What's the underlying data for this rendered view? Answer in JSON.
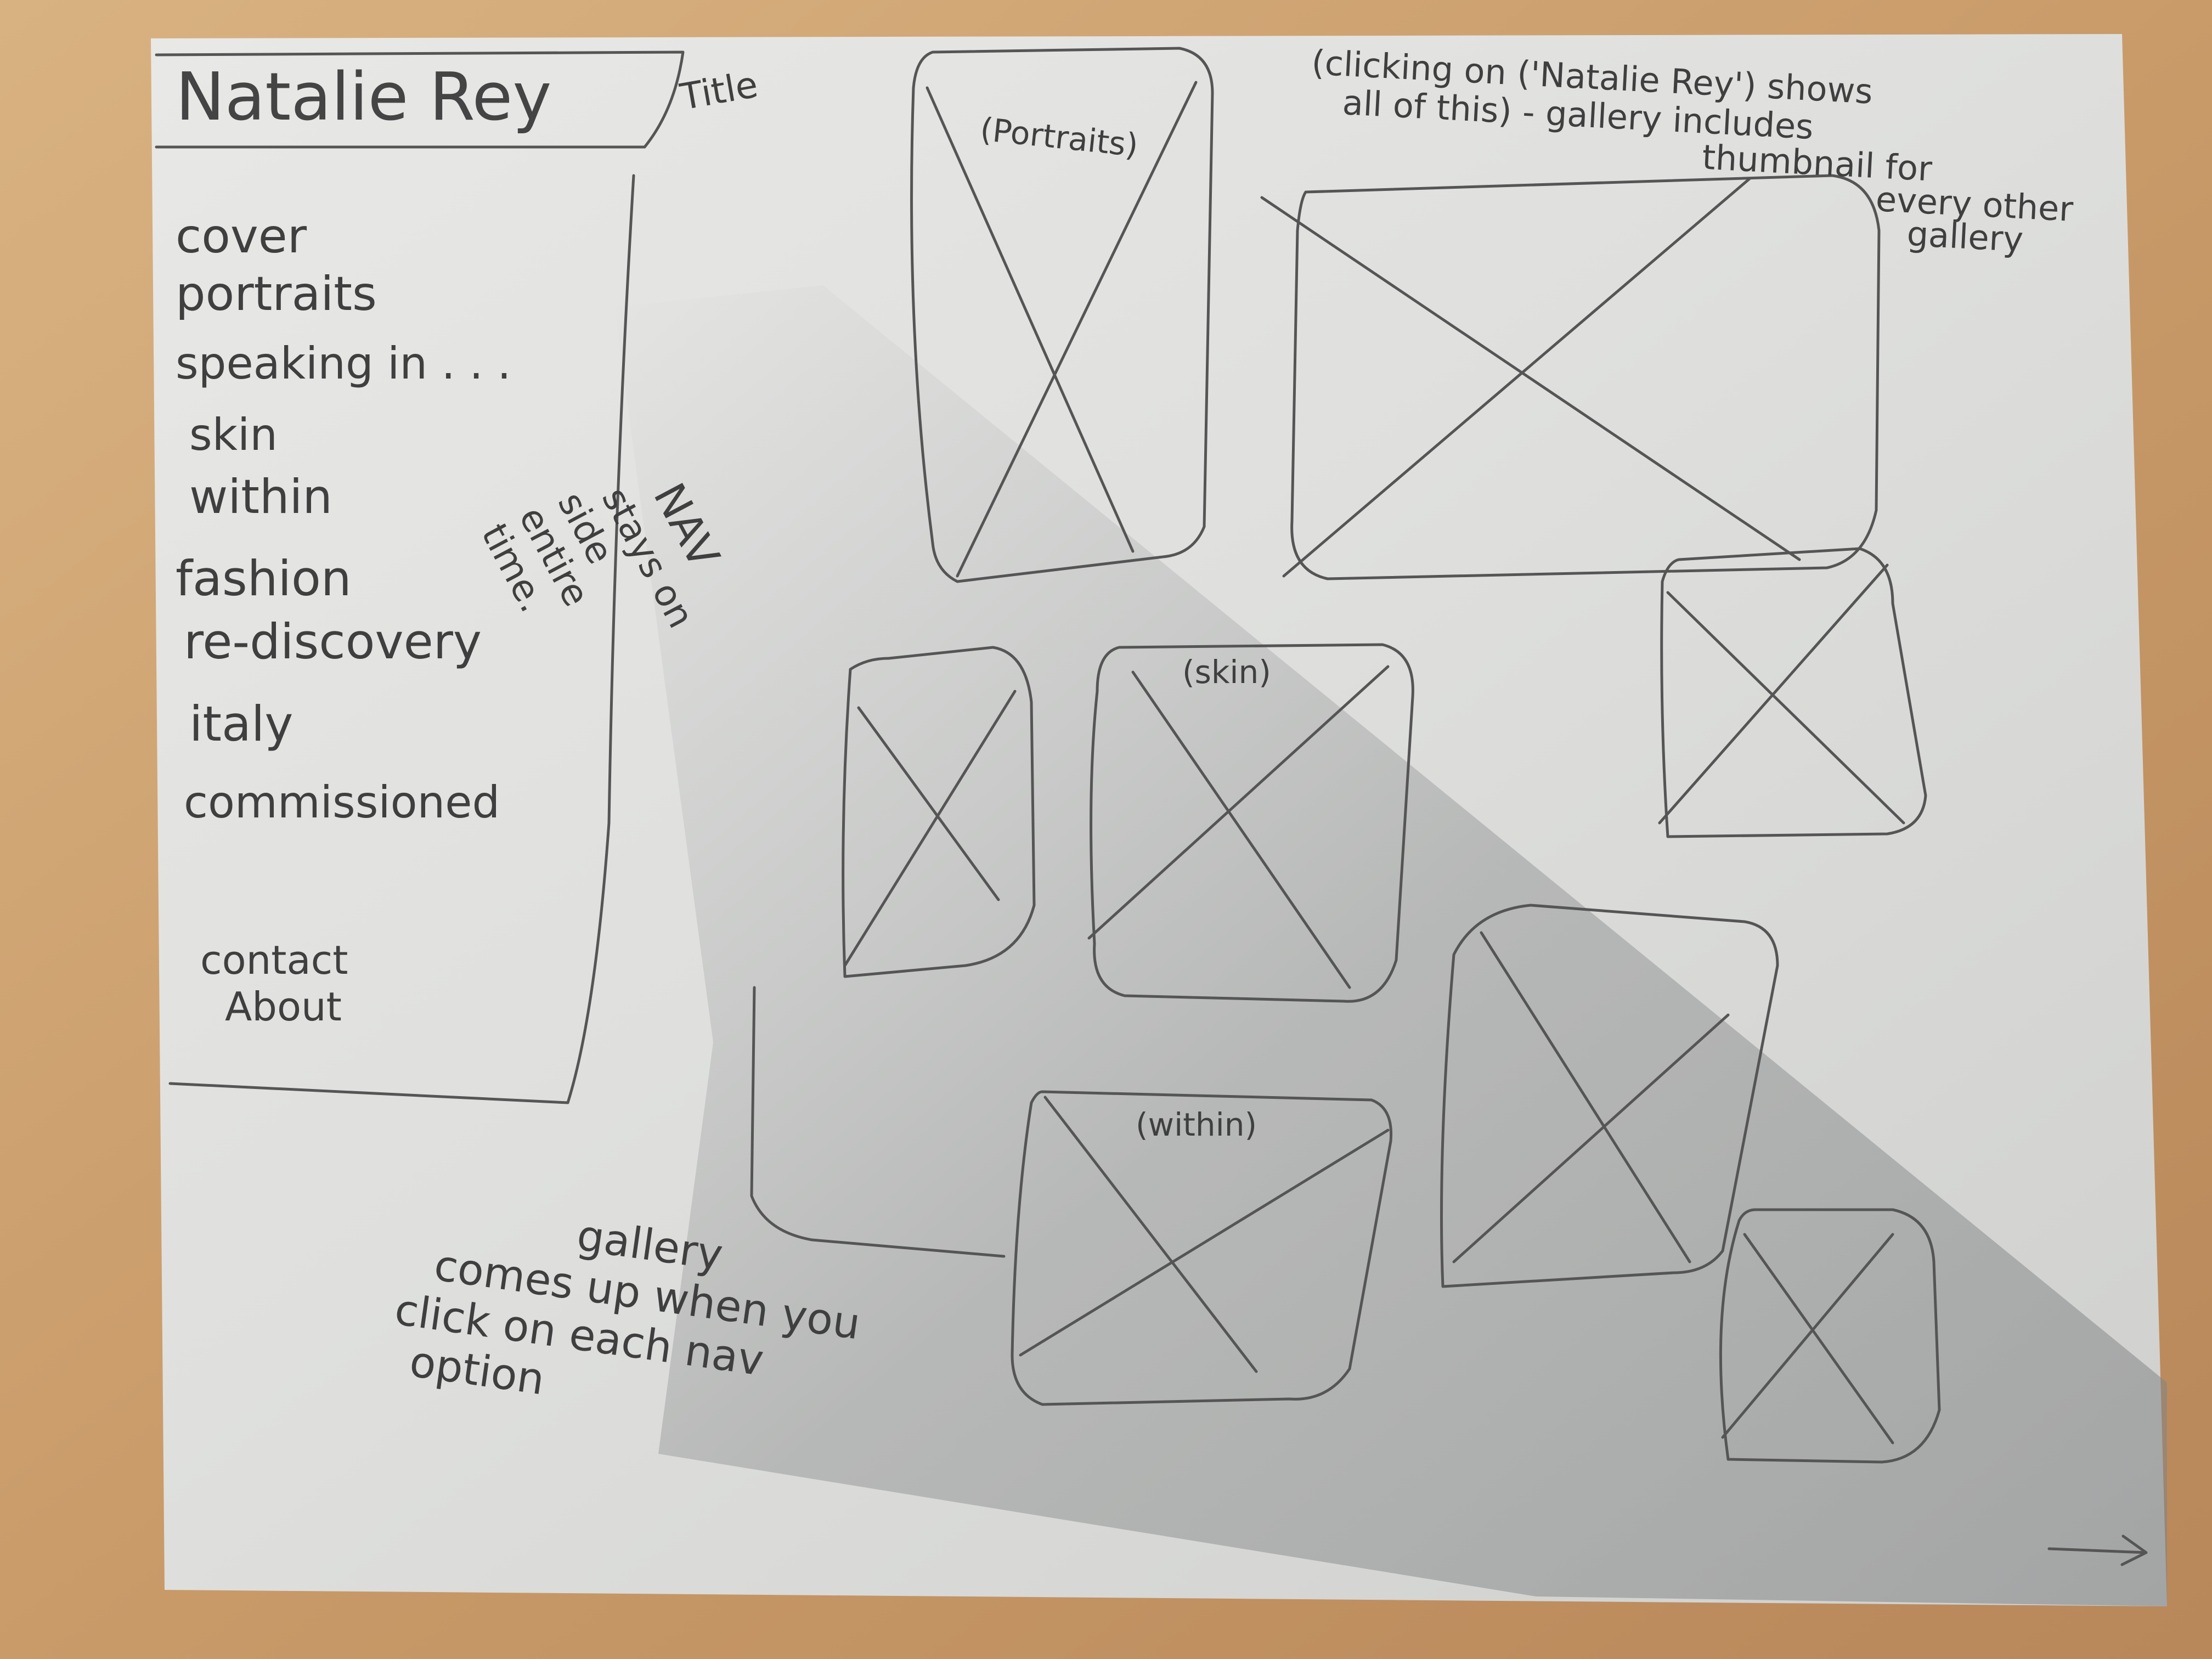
{
  "sketch": {
    "title": "Natalie Rey",
    "title_note": "Title",
    "nav_items": [
      "cover",
      "portraits",
      "speaking in . . .",
      "skin",
      "within",
      "fashion",
      "re-discovery",
      "italy",
      "commissioned"
    ],
    "nav_footer": [
      "contact",
      "About"
    ],
    "nav_note": [
      "NAV",
      "stays on",
      "side",
      "entire",
      "time."
    ],
    "top_note": [
      "(clicking on ('Natalie Rey') shows",
      "all of this) - gallery includes",
      "thumbnail for",
      "every other",
      "gallery"
    ],
    "gallery_note": [
      "gallery",
      "comes up when you",
      "click on each nav",
      "option"
    ],
    "thumbnail_labels": {
      "portraits": "(Portraits)",
      "skin": "(skin)",
      "within": "(within)"
    },
    "next_arrow": "→"
  }
}
